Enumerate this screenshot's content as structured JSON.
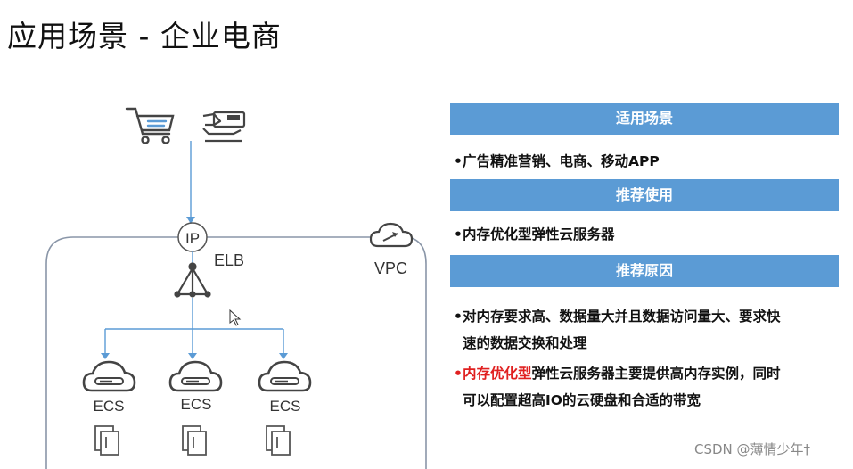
{
  "title": "应用场景 - 企业电商",
  "diagram": {
    "ip_label": "IP",
    "elb_label": "ELB",
    "vpc_label": "VPC",
    "ecs_labels": [
      "ECS",
      "ECS",
      "ECS"
    ]
  },
  "panel": {
    "section1_header": "适用场景",
    "section1_item": "广告精准营销、电商、移动APP",
    "section2_header": "推荐使用",
    "section2_item": "内存优化型弹性云服务器",
    "section3_header": "推荐原因",
    "reason1_line1": "对内存要求高、数据量大并且数据访问量大、要求快",
    "reason1_line2": "速的数据交换和处理",
    "reason2_highlight": "内存优化型",
    "reason2_line1_rest": "弹性云服务器主要提供高内存实例，同时",
    "reason2_line2": "可以配置超高IO的云硬盘和合适的带宽"
  },
  "watermark": "CSDN @薄情少年†",
  "colors": {
    "header_bg": "#5b9bd5",
    "arrow_blue": "#5b9bd5",
    "highlight_red": "#e02020",
    "icon_gray": "#444444"
  }
}
